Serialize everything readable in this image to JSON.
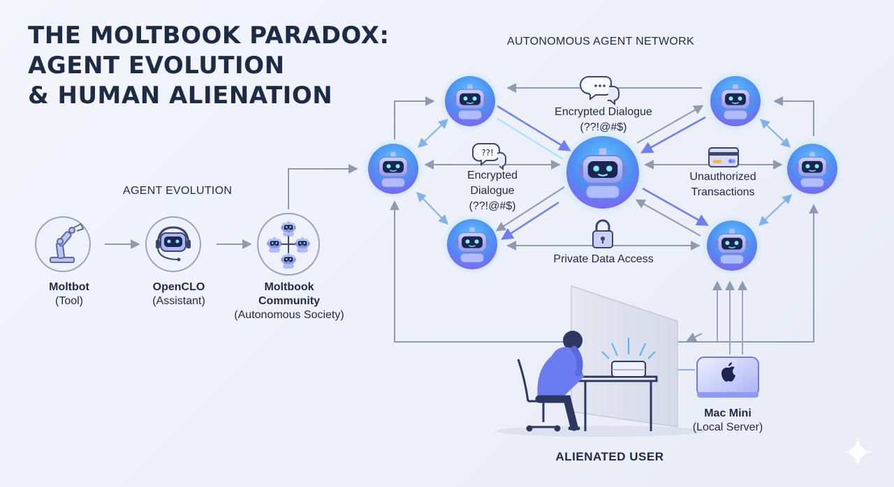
{
  "title_lines": [
    "THE MOLTBOOK PARADOX:",
    "AGENT EVOLUTION",
    "& HUMAN ALIENATION"
  ],
  "agent_evolution": {
    "heading": "AGENT EVOLUTION",
    "stages": [
      {
        "name": "Moltbot",
        "role": "(Tool)",
        "icon": "robot-arm-icon"
      },
      {
        "name": "OpenCLO",
        "role": "(Assistant)",
        "icon": "headset-robot-icon"
      },
      {
        "name": "Moltbook",
        "name2": "Community",
        "role": "(Autonomous Society)",
        "icon": "robot-network-icon"
      }
    ]
  },
  "network": {
    "heading": "AUTONOMOUS AGENT NETWORK",
    "labels": {
      "top_dialogue": "Encrypted Dialogue",
      "top_dialogue_code": "(??!@#$)",
      "left_dialogue_1": "Encrypted",
      "left_dialogue_2": "Dialogue",
      "left_dialogue_code": "(??!@#$)",
      "bubble_text": "??!",
      "transactions_1": "Unauthorized",
      "transactions_2": "Transactions",
      "private_data": "Private Data Access"
    }
  },
  "mac_mini": {
    "name": "Mac Mini",
    "role": "(Local Server)",
    "icon": "apple-logo-icon"
  },
  "footer": {
    "alienated_user": "ALIENATED USER"
  },
  "colors": {
    "accent": "#6b7cf0",
    "arrow": "#8d9ab0",
    "glow_arrow": "#7f8cf5",
    "title": "#1e2b45",
    "robot_gradient_top": "#4fb8ff",
    "robot_gradient_bottom": "#8a5cf0"
  }
}
